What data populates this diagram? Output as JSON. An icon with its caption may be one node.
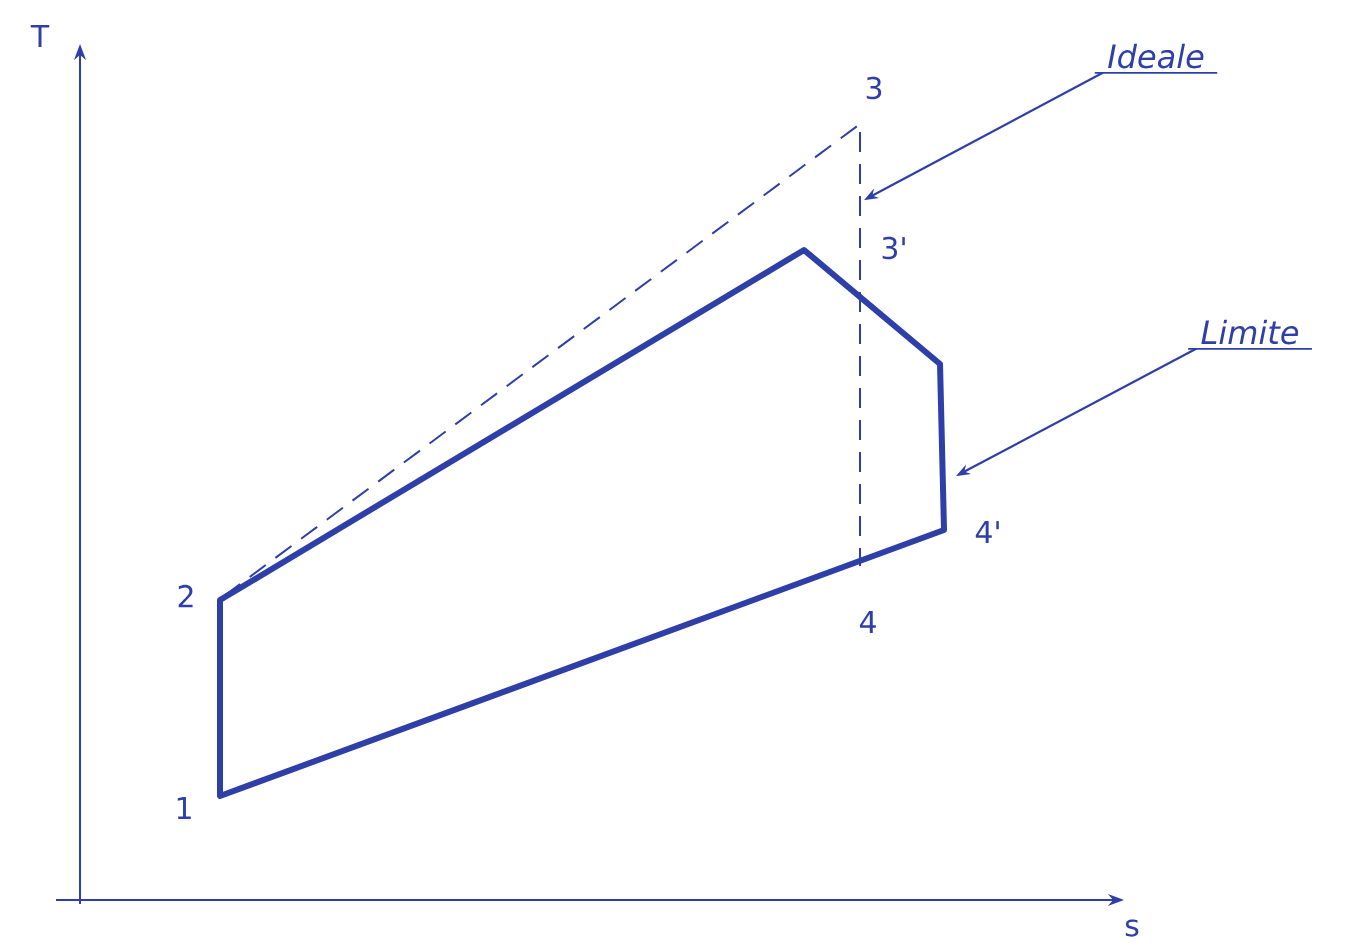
{
  "diagram": {
    "nodes": [
      {
        "text": [
          "Ideale"
        ]
      },
      {
        "text": [
          "Limite"
        ]
      }
    ],
    "edges": [
      {
        "from": 0,
        "to": null,
        "arrow": "to"
      },
      {
        "from": 1,
        "to": null,
        "arrow": "to"
      }
    ],
    "labels": [
      "T",
      "s",
      "1",
      "2",
      "3",
      "3'",
      "4",
      "4'"
    ]
  }
}
